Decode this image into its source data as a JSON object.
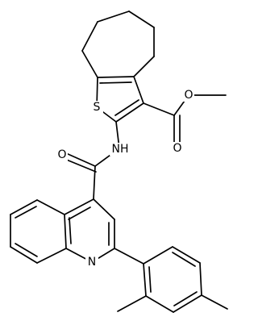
{
  "atoms": {
    "sulfur": "S",
    "carbonyl_oxygen_ester": "O",
    "ether_oxygen_ester": "O",
    "amide_oxygen": "O",
    "amide_nitrogen": "NH",
    "quinoline_nitrogen": "N"
  },
  "colors": {
    "bond": "#000000",
    "background": "#ffffff"
  }
}
